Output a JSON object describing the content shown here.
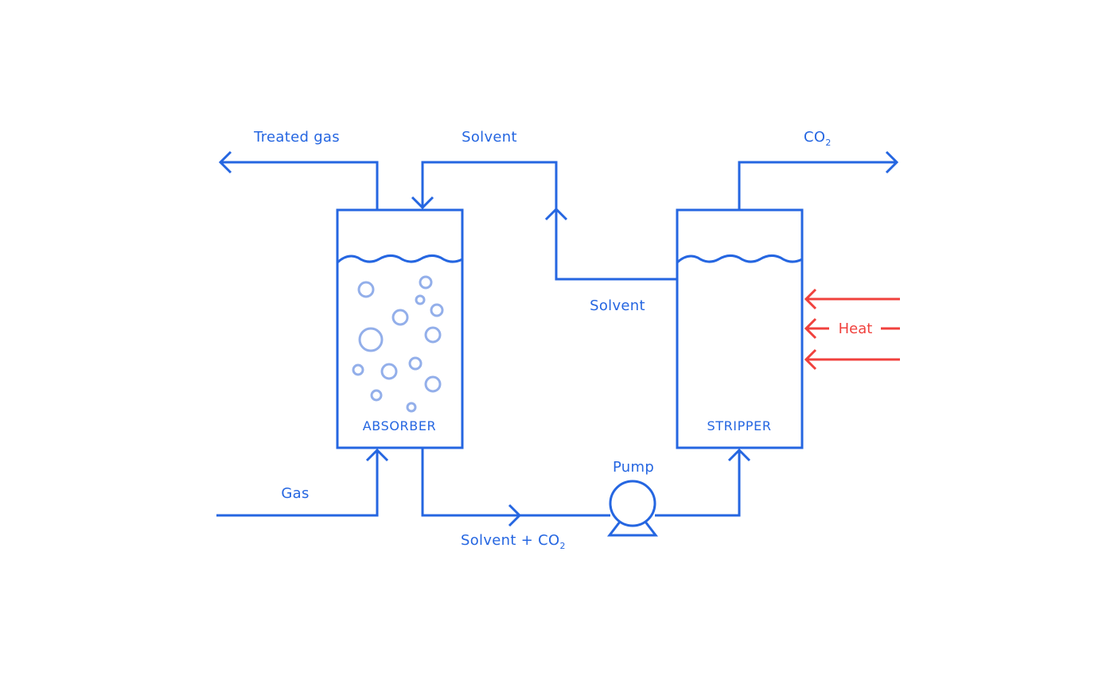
{
  "labels": {
    "treated_gas": "Treated gas",
    "solvent_top": "Solvent",
    "co2_top_main": "CO",
    "co2_top_sub": "2",
    "solvent_mid": "Solvent",
    "heat": "Heat",
    "gas": "Gas",
    "pump": "Pump",
    "solvent_co2_main": "Solvent + CO",
    "solvent_co2_sub": "2"
  },
  "vessels": {
    "absorber": "ABSORBER",
    "stripper": "STRIPPER"
  },
  "colors": {
    "line": "#2566e1",
    "bubble": "#93afea",
    "heat": "#f0413d"
  }
}
